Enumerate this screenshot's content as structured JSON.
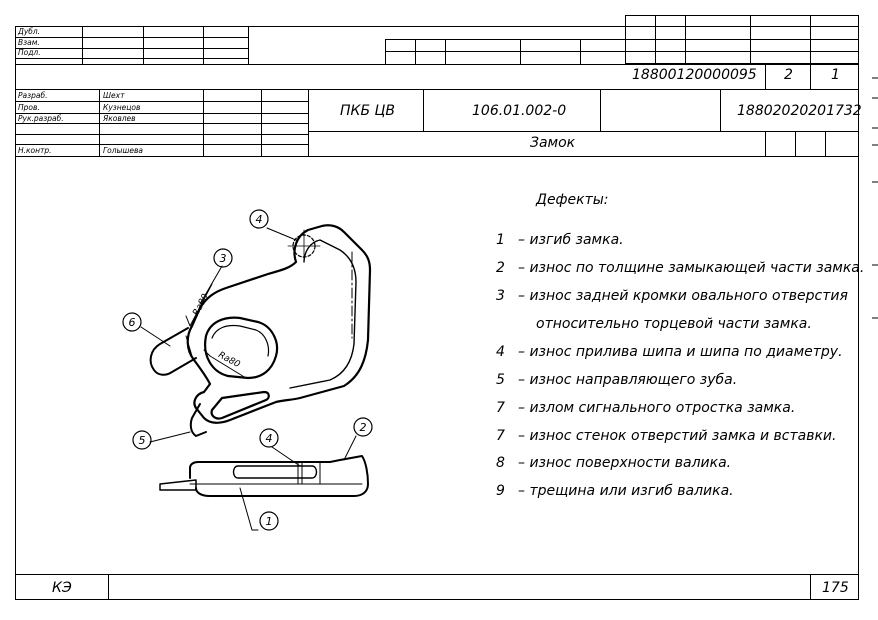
{
  "stamp": {
    "left_labels": [
      "Дубл.",
      "Взам.",
      "Подл."
    ],
    "doc_number": "18800120000095",
    "sheet": "2",
    "sheets": "1",
    "roles": [
      {
        "role": "Разраб.",
        "name": "Шехт"
      },
      {
        "role": "Пров.",
        "name": "Кузнецов"
      },
      {
        "role": "Рук.разраб.",
        "name": "Яковлев"
      },
      {
        "role": "",
        "name": ""
      },
      {
        "role": "Н.контр.",
        "name": "Голышева"
      }
    ],
    "org": "ПКБ ЦВ",
    "part_code": "106.01.002-0",
    "code2": "18802020201732",
    "part_name": "Замок"
  },
  "defects": {
    "title": "Дефекты:",
    "items": [
      {
        "num": "1",
        "text": "– изгиб замка."
      },
      {
        "num": "2",
        "text": "– износ по толщине замыкающей части замка."
      },
      {
        "num": "3",
        "text": "– износ задней кромки овального отверстия"
      },
      {
        "num": "",
        "text": "относительно торцевой части замка."
      },
      {
        "num": "4",
        "text": "– износ прилива шипа и шипа по диаметру."
      },
      {
        "num": "5",
        "text": "– износ направляющего зуба."
      },
      {
        "num": "7",
        "text": "– излом сигнального отростка замка."
      },
      {
        "num": "7",
        "text": "– износ стенок отверстий замка и вставки."
      },
      {
        "num": "8",
        "text": "– износ поверхности валика."
      },
      {
        "num": "9",
        "text": "– трещина или изгиб валика."
      }
    ]
  },
  "drawing": {
    "callouts": [
      "1",
      "2",
      "3",
      "4",
      "5",
      "6",
      "4"
    ],
    "roughness": [
      "Ra80",
      "Ra80"
    ]
  },
  "footer": {
    "left": "КЭ",
    "page": "175"
  }
}
